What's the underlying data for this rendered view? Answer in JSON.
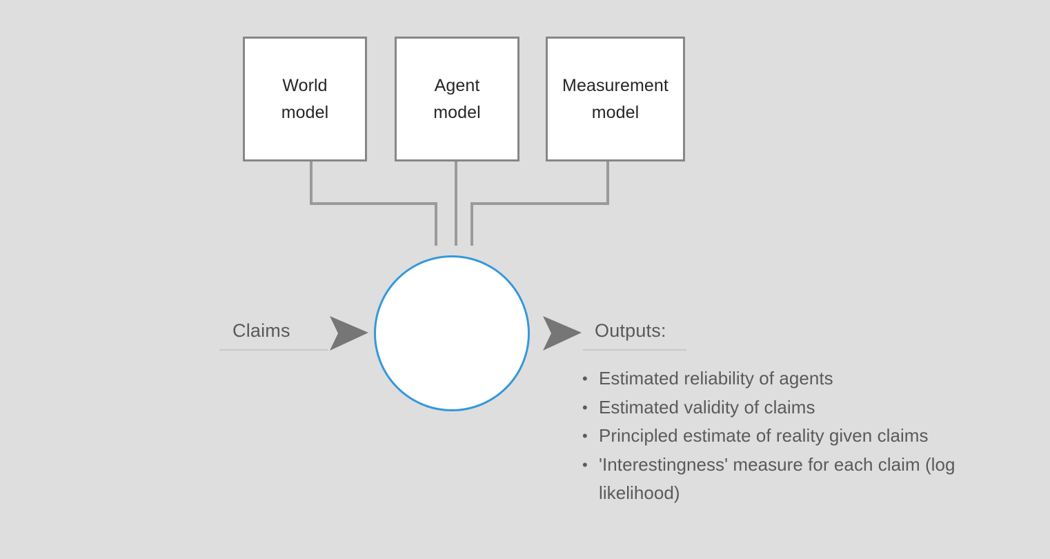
{
  "diagram": {
    "background_color": "#dedede",
    "models": [
      {
        "name": "world-model",
        "label": "World\nmodel"
      },
      {
        "name": "agent-model",
        "label": "Agent\nmodel"
      },
      {
        "name": "measurement-model",
        "label": "Measurement\nmodel"
      }
    ],
    "hub": {
      "label": "",
      "border_color": "#3498db",
      "fill_color": "#ffffff"
    },
    "input": {
      "label": "Claims",
      "arrow_icon": "arrow-right-icon"
    },
    "output": {
      "label": "Outputs:",
      "arrow_icon": "arrow-right-icon",
      "items": [
        "Estimated reliability of agents",
        "Estimated validity of claims",
        "Principled estimate of reality given claims",
        "'Interestingness' measure for each claim (log likelihood)"
      ]
    },
    "colors": {
      "box_border": "#878787",
      "box_fill": "#ffffff",
      "connector": "#9a9a9a",
      "text": "#595959",
      "box_text": "#262626",
      "rule": "#c8c8c8",
      "arrow": "#767676",
      "accent": "#3498db"
    }
  }
}
